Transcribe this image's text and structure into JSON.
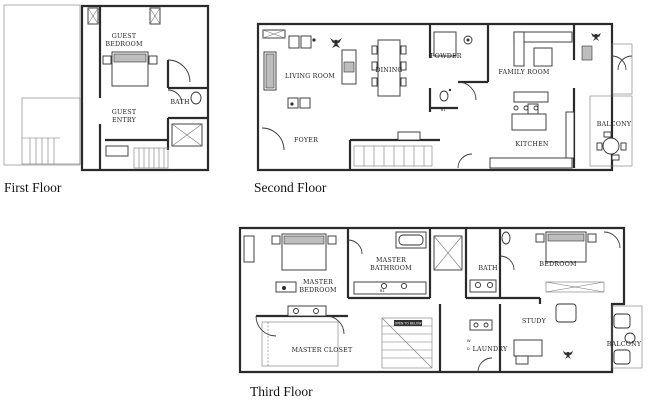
{
  "floors": {
    "first": {
      "title": "First Floor",
      "rooms": {
        "guest_bedroom": [
          "GUEST",
          "BEDROOM"
        ],
        "guest_entry": [
          "GUEST",
          "ENTRY"
        ],
        "bath": "BATH"
      }
    },
    "second": {
      "title": "Second Floor",
      "rooms": {
        "living_room": "LIVING ROOM",
        "dining": "DINING",
        "powder": "POWDER",
        "family_room": "FAMILY ROOM",
        "foyer": "FOYER",
        "kitchen": "KITCHEN",
        "balcony": "BALCONY"
      }
    },
    "third": {
      "title": "Third Floor",
      "rooms": {
        "master_bedroom": [
          "MASTER",
          "BEDROOM"
        ],
        "master_bathroom": [
          "MASTER",
          "BATHROOM"
        ],
        "bath": "BATH",
        "bedroom": "BEDROOM",
        "master_closet": "MASTER CLOSET",
        "study": "STUDY",
        "laundry": "LAUNDRY",
        "balcony": "BALCONY"
      },
      "stair_note": "OPEN TO BELOW"
    }
  },
  "appliances": {
    "washer": "W",
    "dryer": "D"
  }
}
